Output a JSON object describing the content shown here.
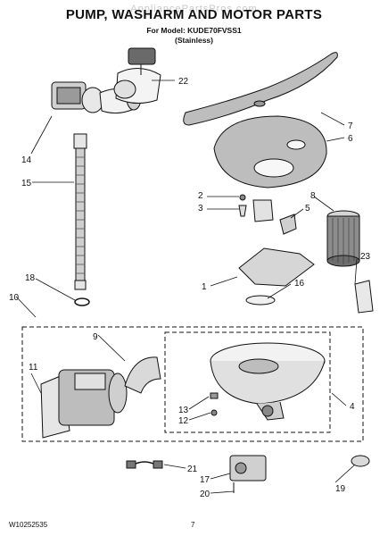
{
  "watermark": "AppliancePartsPros.com",
  "title": "PUMP, WASHARM AND MOTOR PARTS",
  "model_line": "For Model: KUDE70FVSS1",
  "finish_line": "(Stainless)",
  "doc_number": "W10252535",
  "page_number": "7",
  "callouts": [
    "1",
    "2",
    "3",
    "4",
    "5",
    "6",
    "7",
    "8",
    "9",
    "10",
    "11",
    "12",
    "13",
    "14",
    "15",
    "16",
    "17",
    "18",
    "19",
    "20",
    "21",
    "22",
    "23"
  ],
  "colors": {
    "line": "#111111",
    "shade": "#bfbfbf",
    "dark": "#555555"
  }
}
